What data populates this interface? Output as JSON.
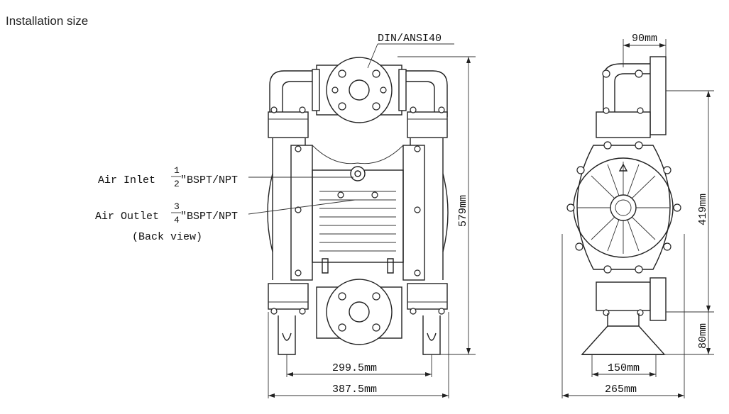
{
  "title": "Installation size",
  "labels": {
    "flange": "DIN/ANSI40",
    "air_inlet": "Air Inlet",
    "air_inlet_frac_num": "1",
    "air_inlet_frac_den": "2",
    "air_inlet_thread": "\"BSPT/NPT",
    "air_outlet": "Air Outlet",
    "air_outlet_frac_num": "3",
    "air_outlet_frac_den": "4",
    "air_outlet_thread": "\"BSPT/NPT",
    "back_view": "(Back view)"
  },
  "dimensions": {
    "overall_height": "579mm",
    "inner_width": "299.5mm",
    "overall_width": "387.5mm",
    "flange_offset": "90mm",
    "side_height": "419mm",
    "base_height": "80mm",
    "base_inner": "150mm",
    "side_width": "265mm"
  }
}
